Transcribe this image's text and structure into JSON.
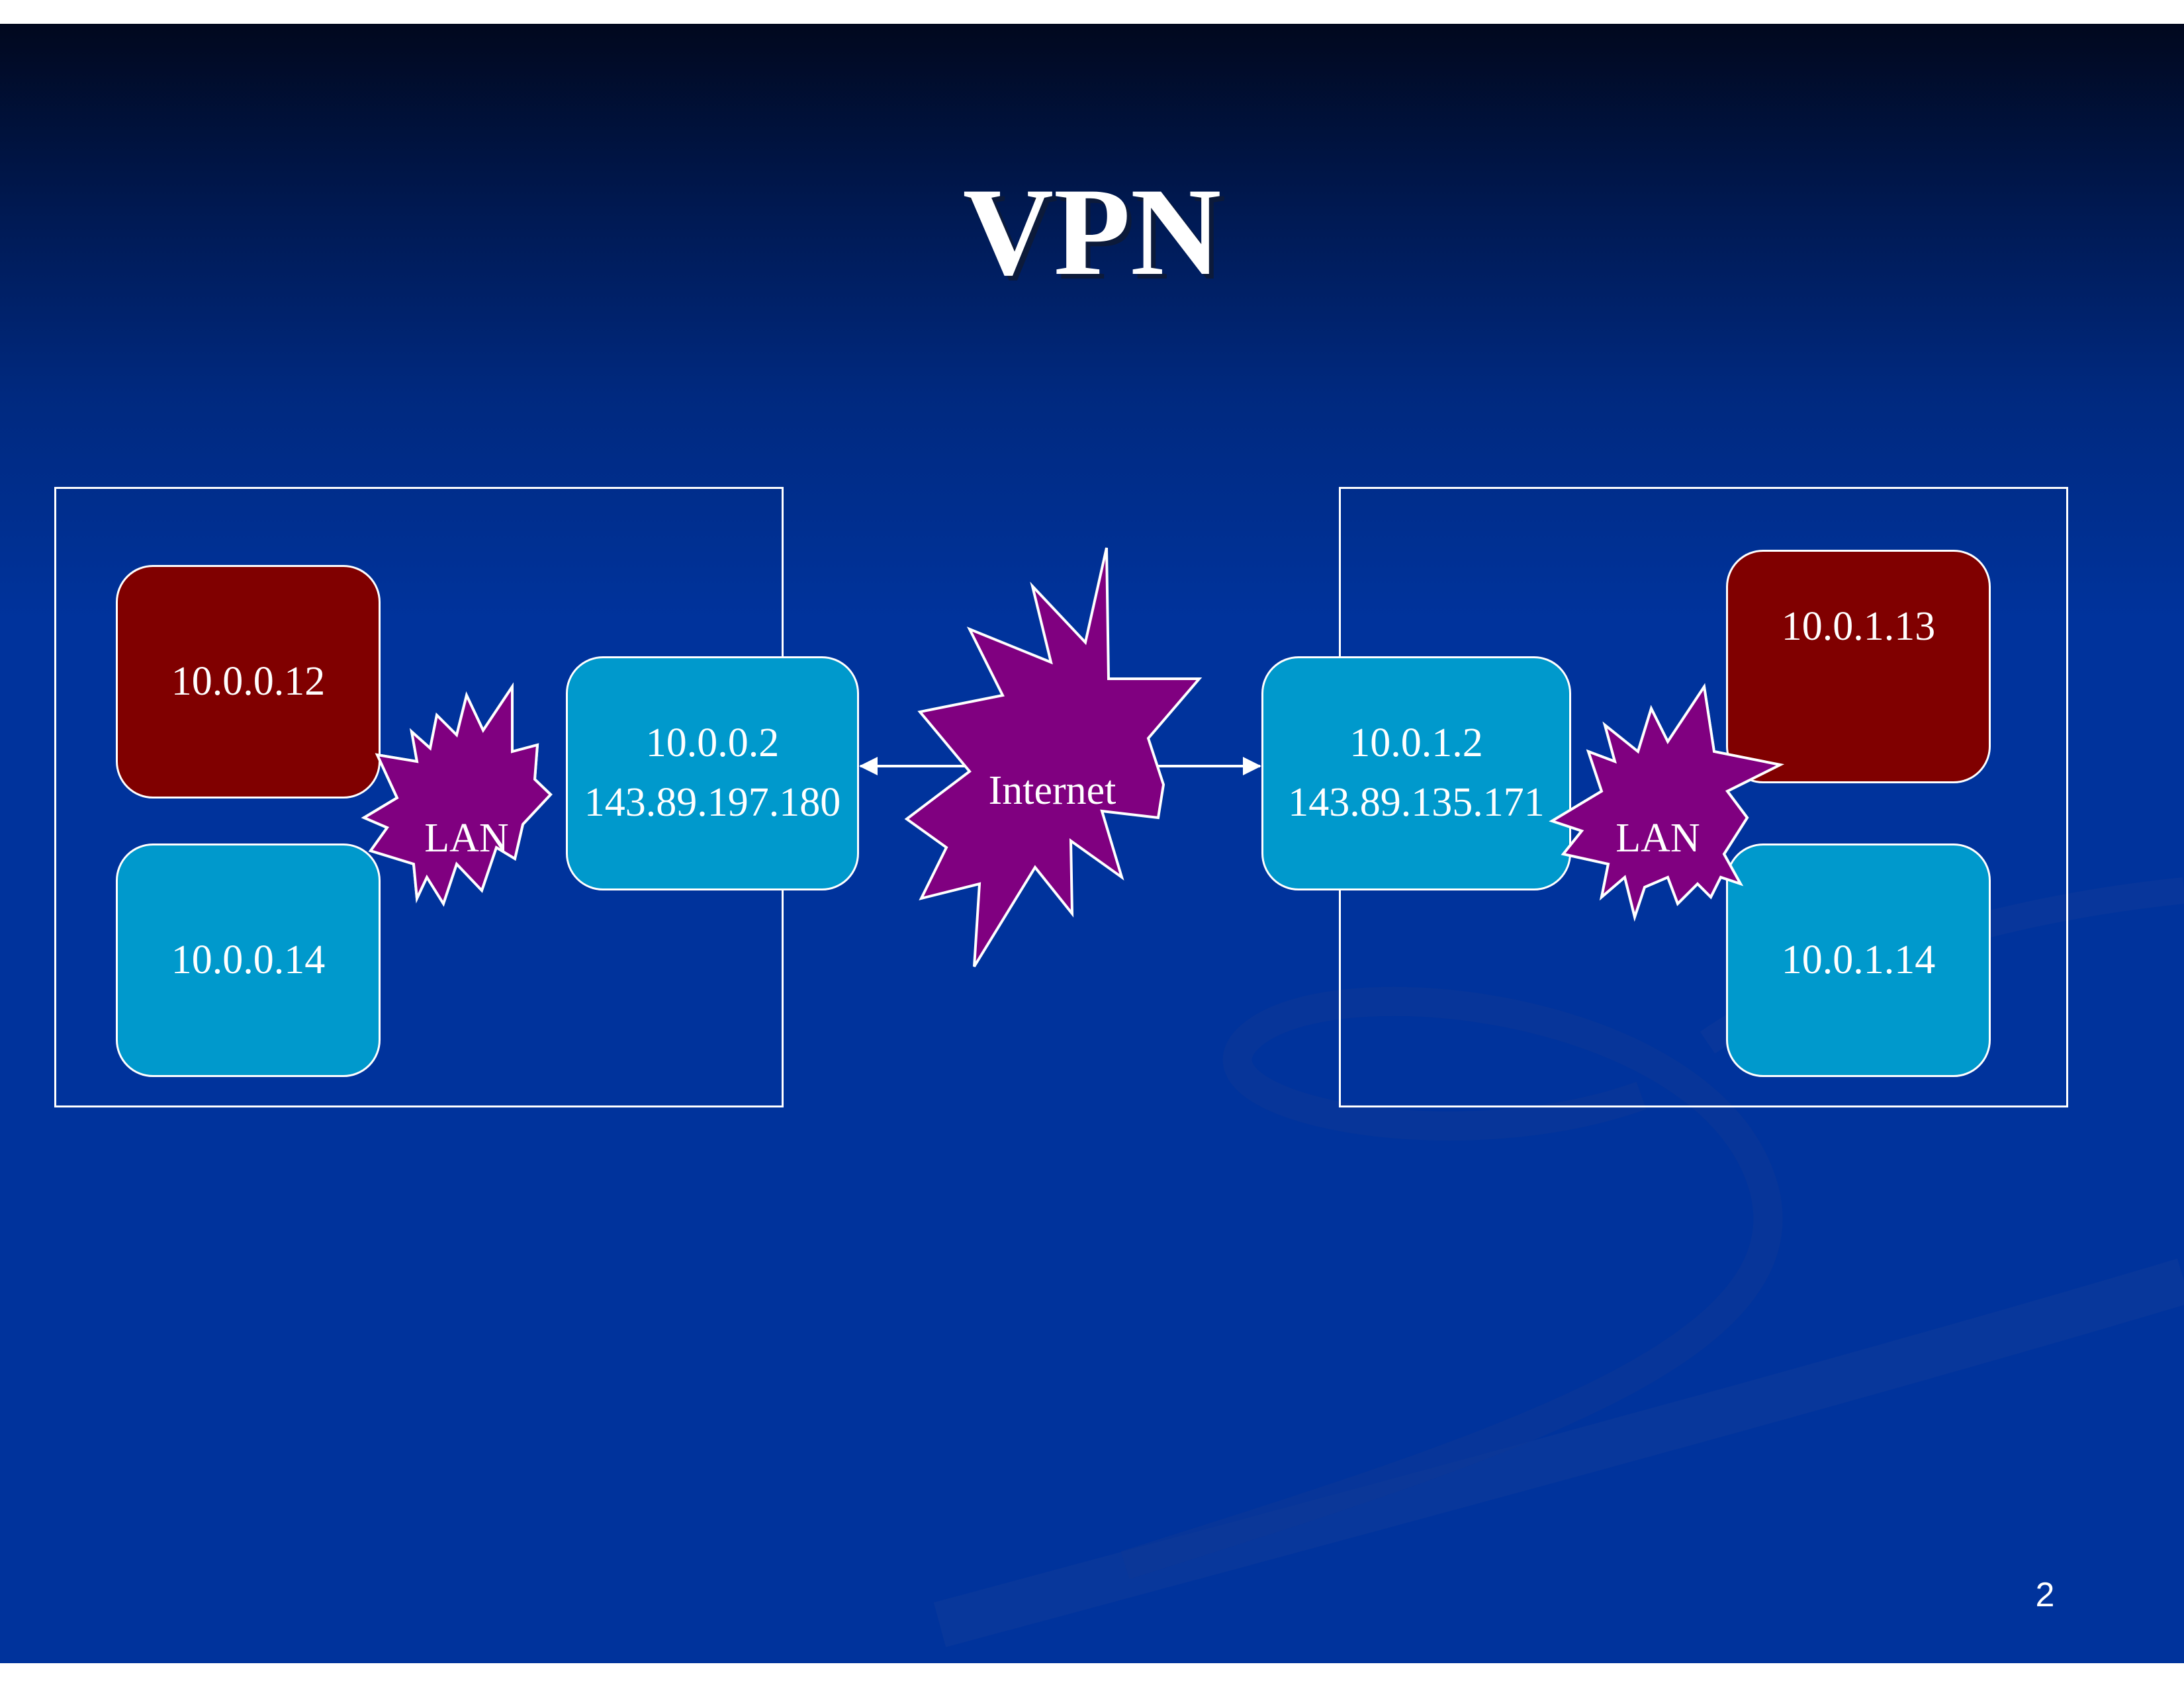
{
  "slide": {
    "title": "VPN",
    "page_number": "2"
  },
  "colors": {
    "background": "#00339c",
    "host_red": "#800000",
    "host_blue": "#0099cc",
    "cloud": "#800080",
    "line": "#ffffff"
  },
  "left_site": {
    "host_top": "10.0.0.12",
    "host_bottom": "10.0.0.14",
    "lan_label": "LAN",
    "router_private_ip": "10.0.0.2",
    "router_public_ip": "143.89.197.180"
  },
  "internet": {
    "label": "Internet"
  },
  "right_site": {
    "router_private_ip": "10.0.1.2",
    "router_public_ip": "143.89.135.171",
    "lan_label": "LAN",
    "host_top": "10.0.1.13",
    "host_bottom": "10.0.1.14"
  }
}
